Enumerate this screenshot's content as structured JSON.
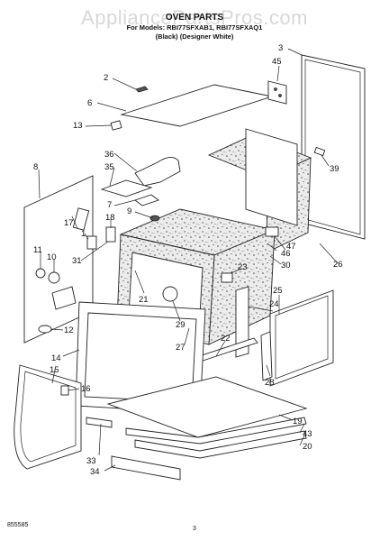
{
  "watermark": "AppliancePartsPros.com",
  "title": "OVEN PARTS",
  "subtitle": "For Models: RBI77SFXAB1, RBI77SFXAQ1",
  "variants": "(Black)     (Designer White)",
  "footer": {
    "code": "855585",
    "page": "3"
  },
  "callouts": [
    {
      "label": "2"
    },
    {
      "label": "3"
    },
    {
      "label": "45"
    },
    {
      "label": "6"
    },
    {
      "label": "13"
    },
    {
      "label": "36"
    },
    {
      "label": "35"
    },
    {
      "label": "8"
    },
    {
      "label": "39"
    },
    {
      "label": "7"
    },
    {
      "label": "9"
    },
    {
      "label": "17"
    },
    {
      "label": "18"
    },
    {
      "label": "1"
    },
    {
      "label": "11"
    },
    {
      "label": "10"
    },
    {
      "label": "31"
    },
    {
      "label": "47"
    },
    {
      "label": "30"
    },
    {
      "label": "46"
    },
    {
      "label": "26"
    },
    {
      "label": "23"
    },
    {
      "label": "21"
    },
    {
      "label": "29"
    },
    {
      "label": "25"
    },
    {
      "label": "24"
    },
    {
      "label": "12"
    },
    {
      "label": "27"
    },
    {
      "label": "22"
    },
    {
      "label": "14"
    },
    {
      "label": "15"
    },
    {
      "label": "16"
    },
    {
      "label": "28"
    },
    {
      "label": "19"
    },
    {
      "label": "43"
    },
    {
      "label": "20"
    },
    {
      "label": "33"
    },
    {
      "label": "34"
    }
  ]
}
